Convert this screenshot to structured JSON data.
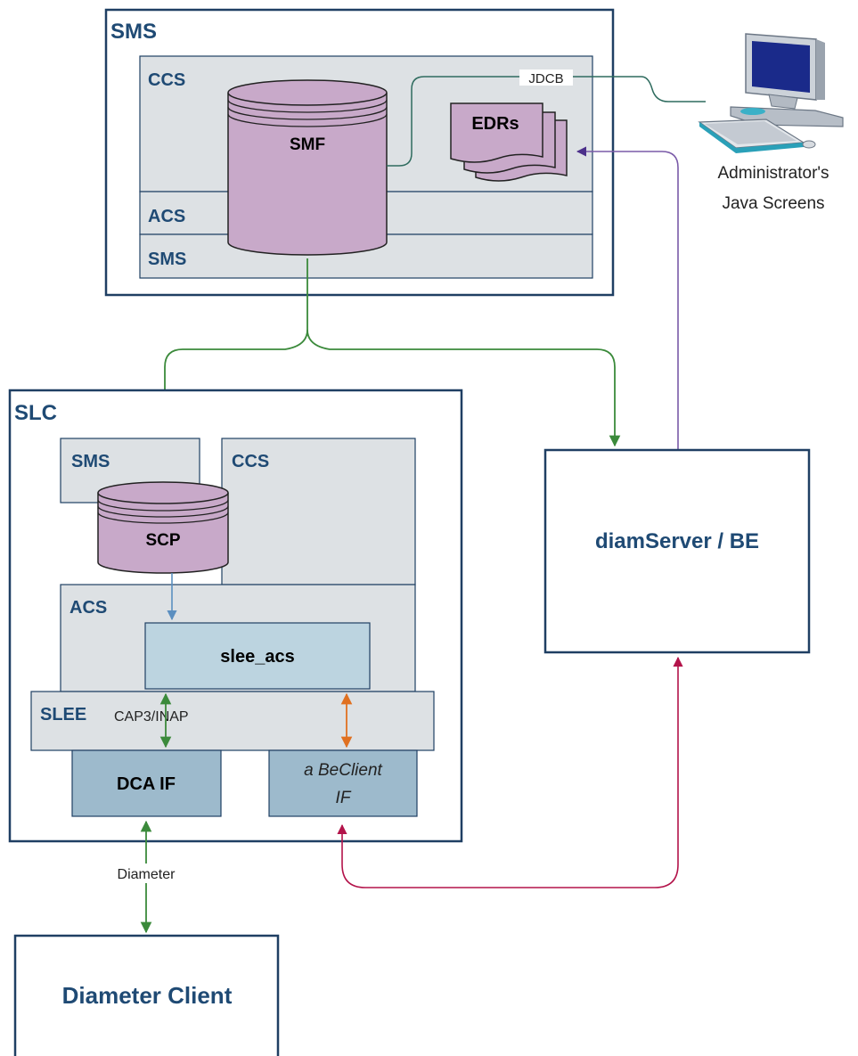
{
  "sms_node": {
    "title": "SMS",
    "ccs_label": "CCS",
    "acs_label": "ACS",
    "sms_label": "SMS",
    "smf_db": "SMF",
    "edrs": "EDRs",
    "jdcb_link": "JDCB"
  },
  "admin": {
    "line1": "Administrator's",
    "line2": "Java Screens"
  },
  "slc_node": {
    "title": "SLC",
    "sms_label": "SMS",
    "ccs_label": "CCS",
    "acs_label": "ACS",
    "scp_db": "SCP",
    "slee_acs": "slee_acs",
    "slee_label": "SLEE",
    "cap_inap": "CAP3/INAP",
    "dca_if": "DCA IF",
    "beclient_line1": "a BeClient",
    "beclient_line2": "IF"
  },
  "diam_server": "diamServer / BE",
  "diameter_link": "Diameter",
  "diameter_client": "Diameter Client",
  "colors": {
    "navy_border": "#1f3f63",
    "panel_fill": "#dde1e4",
    "db_fill": "#c8a9c9",
    "slee_acs_fill": "#bcd4e0",
    "if_fill": "#9dbacc",
    "green_link": "#3b8a3b",
    "jdcb_link": "#2e6b5e",
    "purple_link": "#7a5aa8",
    "red_link": "#b3134a",
    "orange_link": "#e07020",
    "blue_arrow": "#5b8fc0"
  }
}
